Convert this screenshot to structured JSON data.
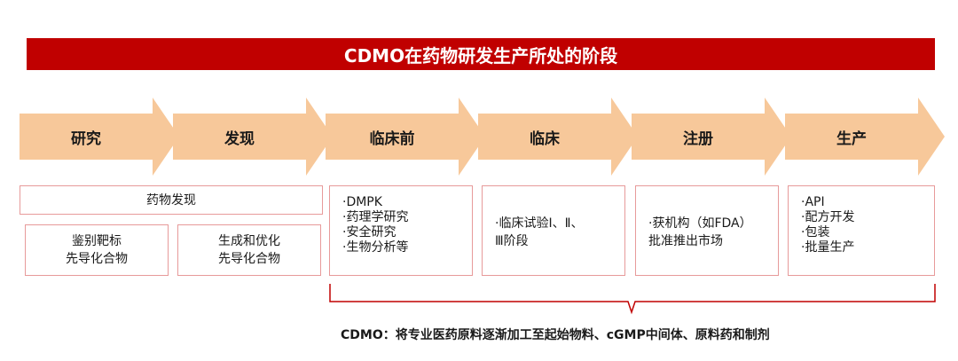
{
  "title": "CDMO在药物研发生产所处的阶段",
  "stages": [
    "研究",
    "发现",
    "临床前",
    "临床",
    "注册",
    "生产"
  ],
  "discovery": {
    "header": "药物发现",
    "left": [
      "鉴别靶标",
      "先导化合物"
    ],
    "right": [
      "生成和优化",
      "先导化合物"
    ]
  },
  "preclinical": [
    "·DMPK",
    "·药理学研究",
    "·安全研究",
    "·生物分析等"
  ],
  "clinical": [
    "·临床试验Ⅰ、Ⅱ、",
    "Ⅲ阶段"
  ],
  "registration": [
    "·获机构（如FDA）",
    "批准推出市场"
  ],
  "production": [
    "·API",
    "·配方开发",
    "·包装",
    "·批量生产"
  ],
  "footnote": "CDMO：将专业医药原料逐渐加工至起始物料、cGMP中间体、原料药和制剂",
  "colors": {
    "title_bg": "#c00000",
    "arrow_fill": "#f7c89a",
    "box_border": "#e79a9a",
    "brace": "#c00000"
  }
}
